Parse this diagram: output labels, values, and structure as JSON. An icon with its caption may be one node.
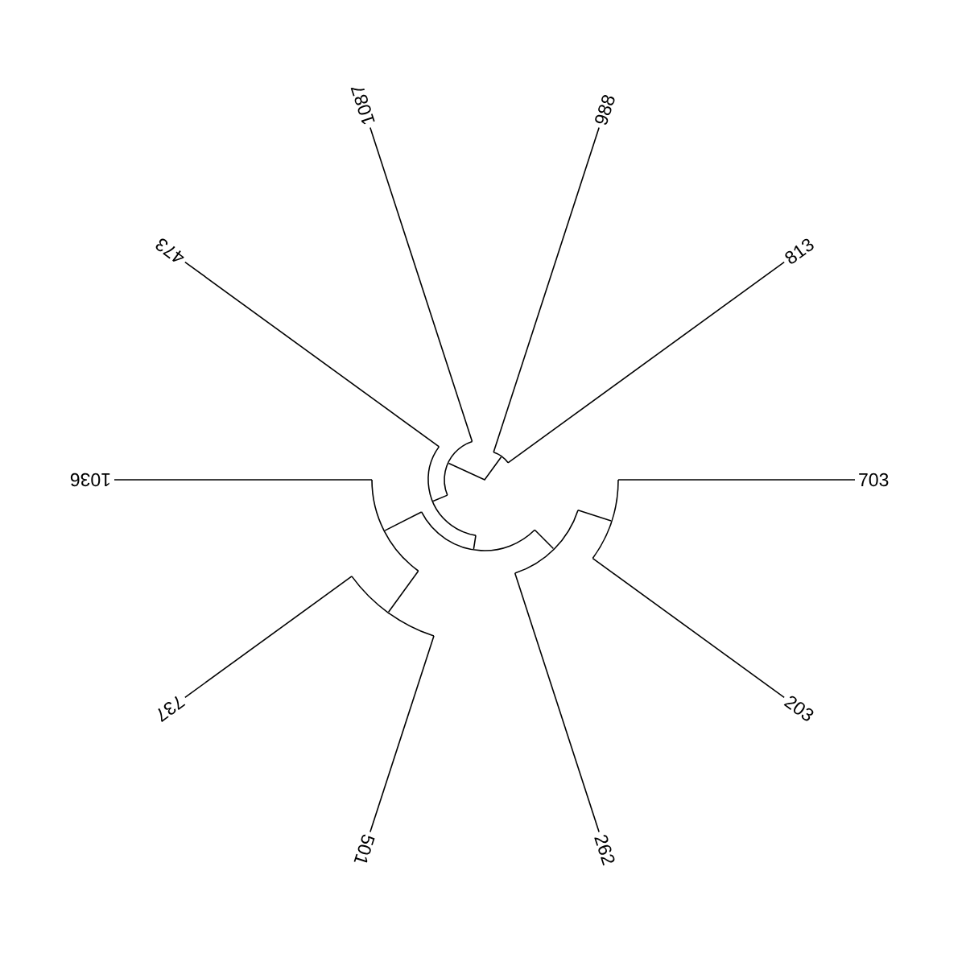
{
  "diagram": {
    "nodes": [
      {
        "text": [
          "703"
        ]
      },
      {
        "text": [
          "203"
        ]
      },
      {
        "text": [
          "262"
        ]
      },
      {
        "text": [
          "501"
        ]
      },
      {
        "text": [
          "737"
        ]
      },
      {
        "text": [
          "1036"
        ]
      },
      {
        "text": [
          "473"
        ]
      },
      {
        "text": [
          "1087"
        ]
      },
      {
        "text": [
          "988"
        ]
      },
      {
        "text": [
          "813"
        ]
      },
      {
        "text": [],
        "shape": "arc"
      },
      {
        "text": [],
        "shape": "arc"
      },
      {
        "text": [],
        "shape": "arc"
      },
      {
        "text": [],
        "shape": "arc"
      },
      {
        "text": [],
        "shape": "arc"
      },
      {
        "text": [],
        "shape": "arc"
      },
      {
        "text": [],
        "shape": "arc"
      },
      {
        "text": [],
        "shape": "arc"
      }
    ],
    "edges": [
      {
        "from": 10,
        "to": 0,
        "arrow": "none"
      },
      {
        "from": 10,
        "to": 1,
        "arrow": "none"
      },
      {
        "from": 11,
        "to": 10,
        "arrow": "none"
      },
      {
        "from": 11,
        "to": 2,
        "arrow": "none"
      },
      {
        "from": 12,
        "to": 3,
        "arrow": "none"
      },
      {
        "from": 12,
        "to": 4,
        "arrow": "none"
      },
      {
        "from": 13,
        "to": 5,
        "arrow": "none"
      },
      {
        "from": 13,
        "to": 12,
        "arrow": "none"
      },
      {
        "from": 14,
        "to": 13,
        "arrow": "none"
      },
      {
        "from": 14,
        "to": 11,
        "arrow": "none"
      },
      {
        "from": 15,
        "to": 6,
        "arrow": "none"
      },
      {
        "from": 15,
        "to": 14,
        "arrow": "none"
      },
      {
        "from": 16,
        "to": 15,
        "arrow": "none"
      },
      {
        "from": 16,
        "to": 7,
        "arrow": "none"
      },
      {
        "from": 17,
        "to": 8,
        "arrow": "none"
      },
      {
        "from": 17,
        "to": 9,
        "arrow": "none"
      },
      {
        "from": 16,
        "to": 17,
        "arrow": "none"
      }
    ]
  }
}
